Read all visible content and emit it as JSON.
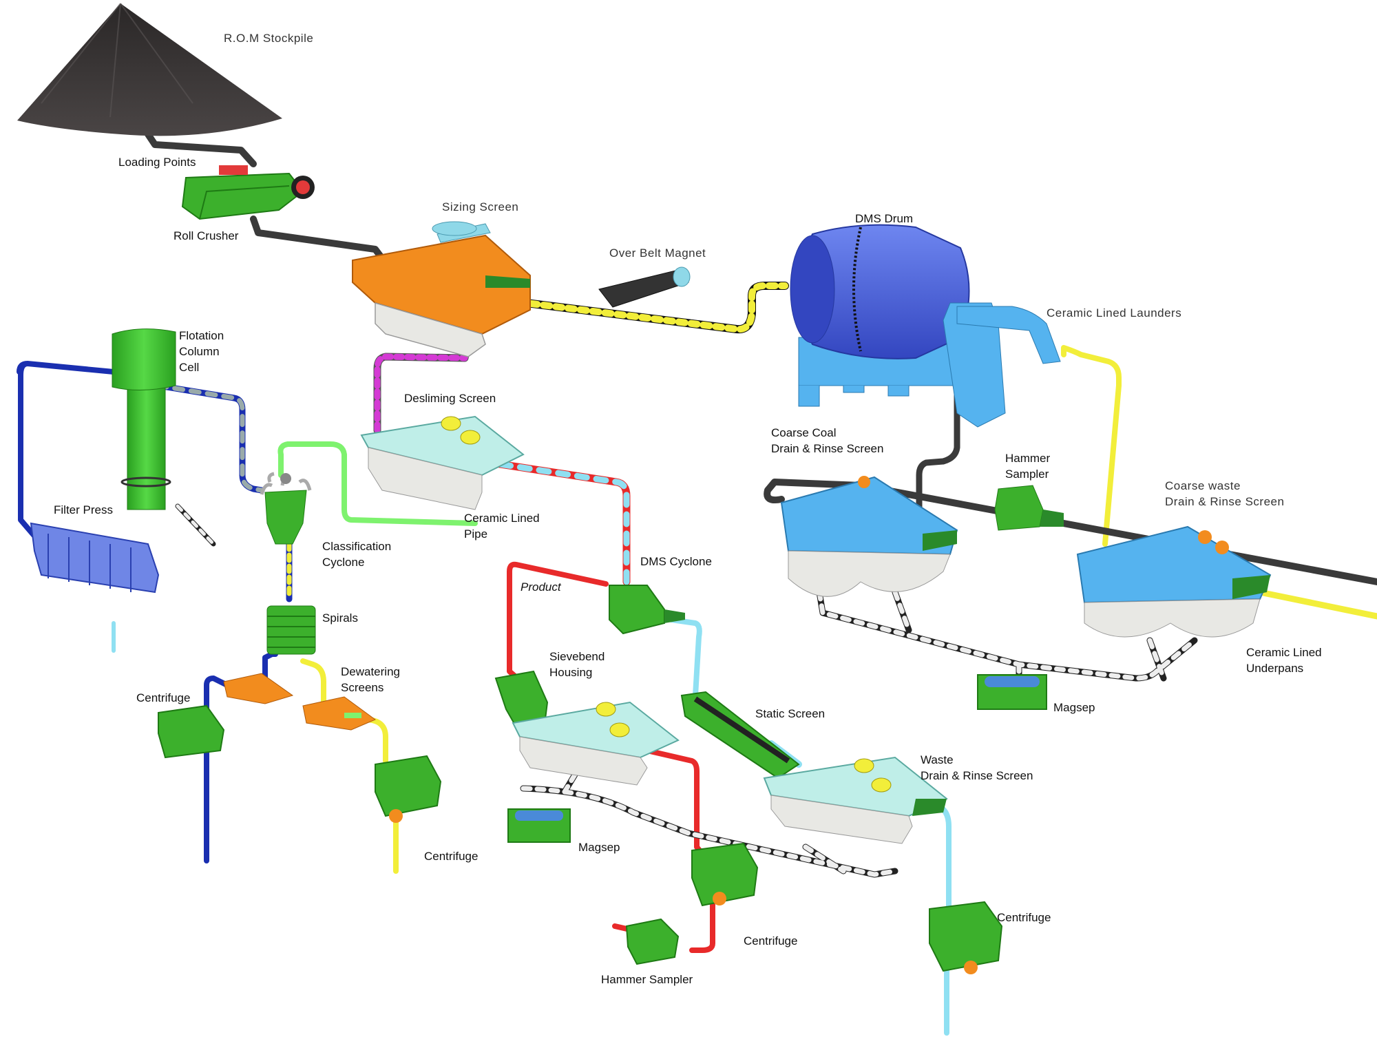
{
  "labels": {
    "rom_stockpile": "R.O.M Stockpile",
    "loading_points": "Loading Points",
    "roll_crusher": "Roll Crusher",
    "sizing_screen": "Sizing Screen",
    "over_belt_magnet": "Over Belt Magnet",
    "dms_drum": "DMS Drum",
    "ceramic_lined_launders": "Ceramic Lined Launders",
    "flotation_column_cell": "Flotation\nColumn\nCell",
    "desliming_screen": "Desliming Screen",
    "coarse_coal_screen": "Coarse Coal\nDrain & Rinse Screen",
    "hammer_sampler_right": "Hammer\nSampler",
    "coarse_waste_screen": "Coarse waste\nDrain & Rinse Screen",
    "filter_press": "Filter Press",
    "ceramic_lined_pipe": "Ceramic Lined\nPipe",
    "classification_cyclone": "Classification\nCyclone",
    "dms_cyclone": "DMS Cyclone",
    "product": "Product",
    "spirals": "Spirals",
    "dewatering_screens": "Dewatering\nScreens",
    "centrifuge_left": "Centrifuge",
    "sievebend_housing": "Sievebend\nHousing",
    "ceramic_lined_underpans": "Ceramic Lined\nUnderpans",
    "magsep_right": "Magsep",
    "static_screen": "Static Screen",
    "waste_screen": "Waste\nDrain & Rinse Screen",
    "centrifuge_mid": "Centrifuge",
    "magsep_mid": "Magsep",
    "centrifuge_right": "Centrifuge",
    "centrifuge_bottom": "Centrifuge",
    "hammer_sampler_bottom": "Hammer Sampler"
  },
  "colors": {
    "equipment_green": "#3cb02c",
    "screen_orange": "#f28c1e",
    "screen_pale": "#bfeee8",
    "drum_blue": "#4a63d8",
    "screen_sky": "#55b3ef",
    "filter_press": "#6f86e6",
    "stockpile": "#3d3838",
    "pipe_yellow": "#f2ee3a",
    "pipe_red": "#e82a2a",
    "pipe_lightblue": "#8fe0f2",
    "pipe_navy": "#1a2fb0",
    "pipe_lightgreen": "#7ef26e",
    "pipe_magenta": "#d43ad4",
    "pipe_grey": "#3a3a3a"
  },
  "icons": [
    "stockpile-icon",
    "roll-crusher-icon",
    "vibrating-screen-icon",
    "belt-magnet-icon",
    "dms-drum-icon",
    "flotation-column-icon",
    "filter-press-icon",
    "cyclone-icon",
    "spirals-icon",
    "centrifuge-icon",
    "magsep-icon",
    "sampler-icon"
  ]
}
